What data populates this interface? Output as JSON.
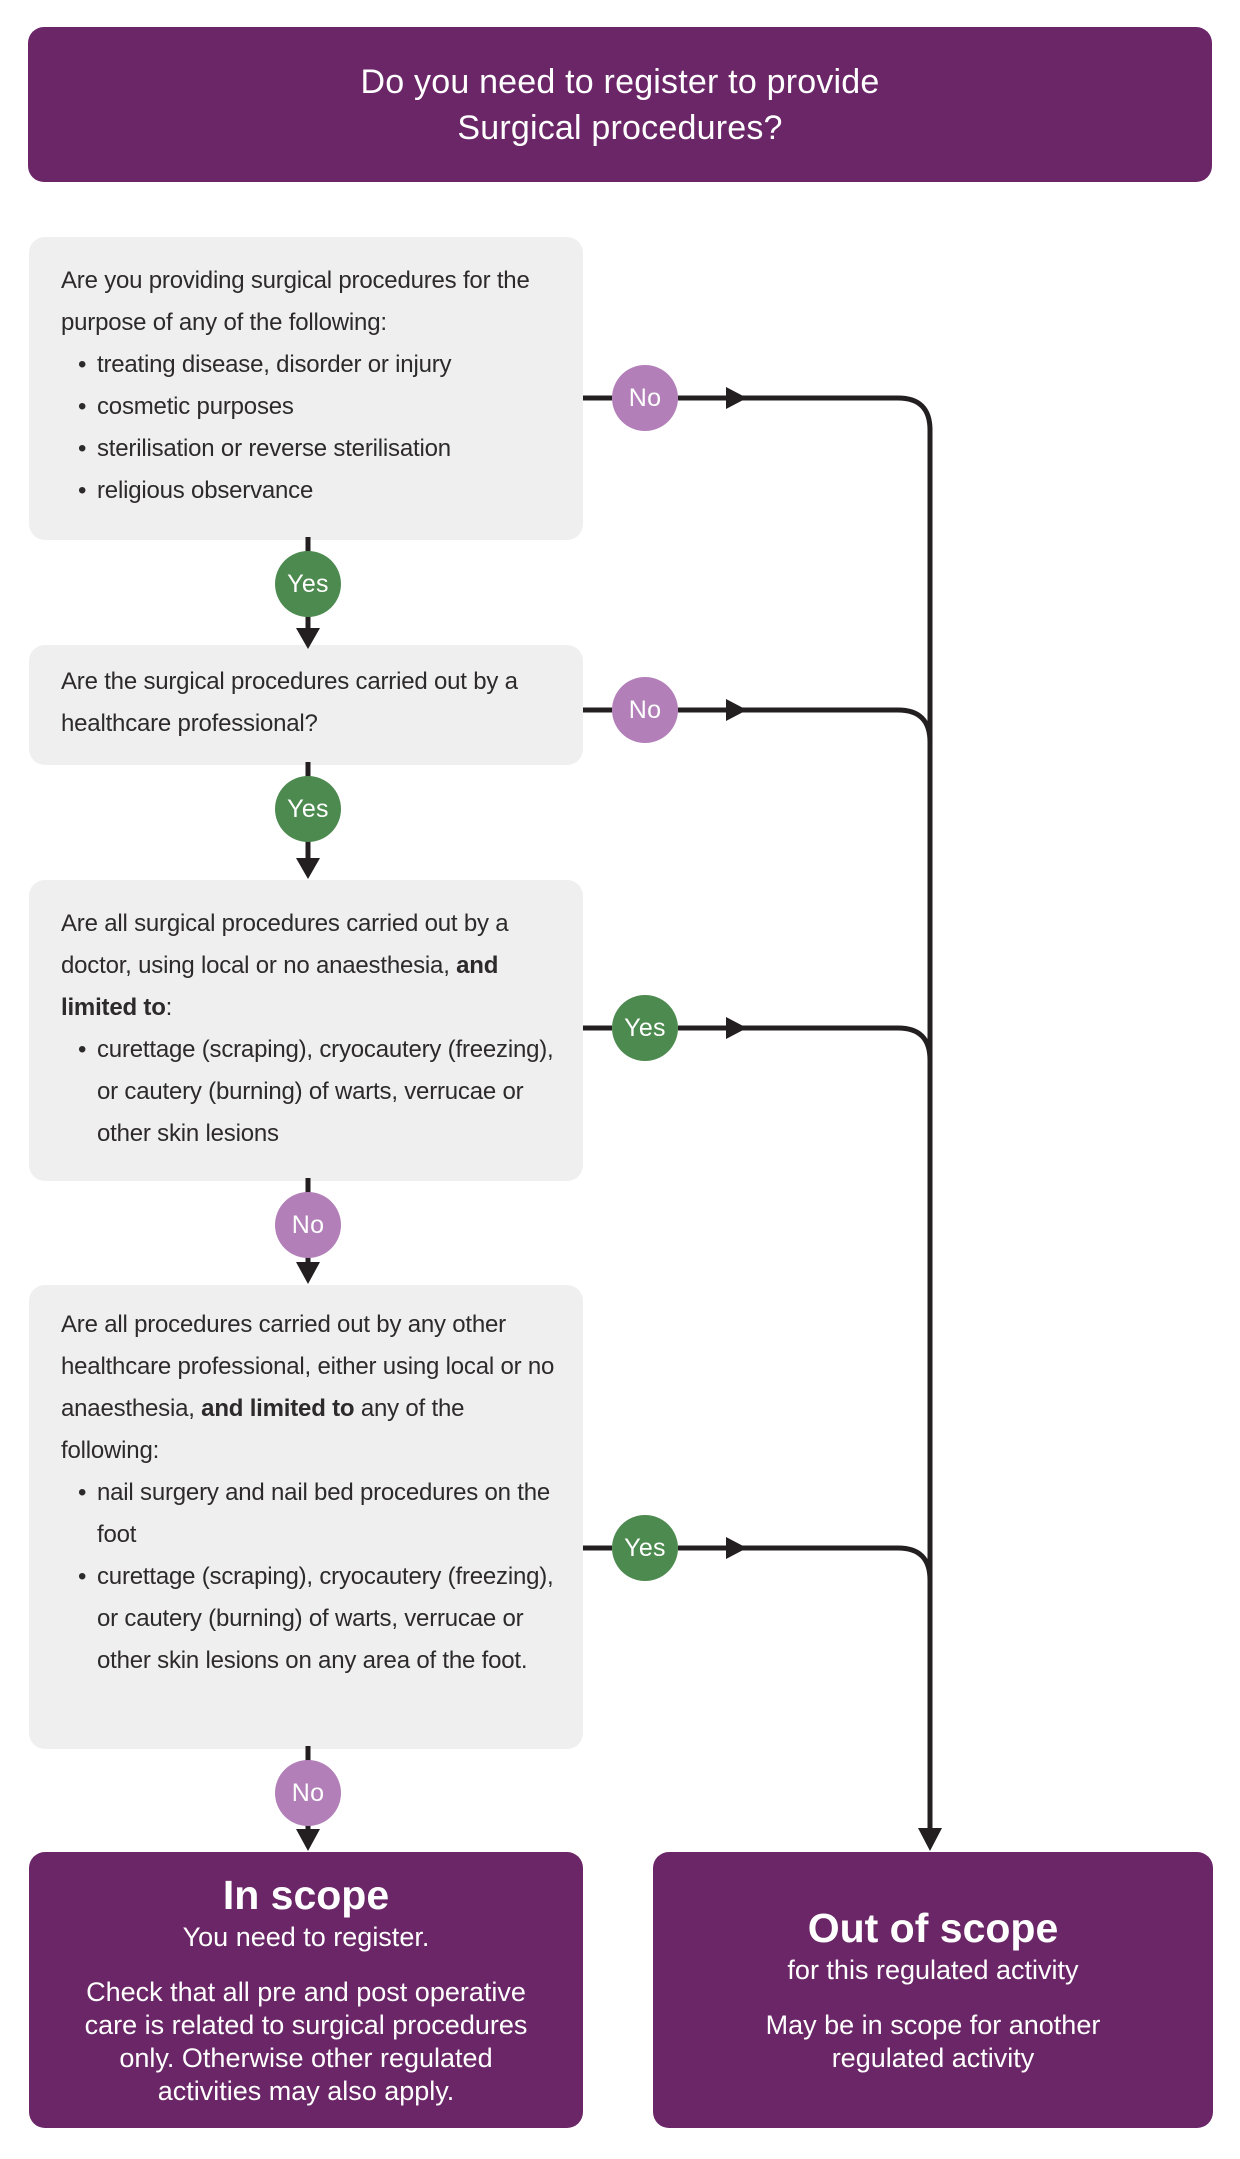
{
  "header": {
    "title_line1": "Do you need to register to provide",
    "title_line2": "Surgical procedures?"
  },
  "questions": [
    {
      "intro_pre": "Are you providing surgical procedures for the purpose of any of the following:",
      "intro_bold": "",
      "intro_post": "",
      "bullets": [
        "treating disease, disorder or injury",
        "cosmetic purposes",
        "sterilisation or reverse sterilisation",
        "religious observance"
      ],
      "answer_down": "Yes",
      "answer_right": "No"
    },
    {
      "intro_pre": "Are the surgical procedures carried out by a healthcare professional?",
      "intro_bold": "",
      "intro_post": "",
      "bullets": [],
      "answer_down": "Yes",
      "answer_right": "No"
    },
    {
      "intro_pre": "Are all surgical procedures carried out by a doctor, using local or no anaesthesia, ",
      "intro_bold": "and limited to",
      "intro_post": ":",
      "bullets": [
        "curettage (scraping), cryocautery (freezing), or cautery (burning) of warts, verrucae or other skin lesions"
      ],
      "answer_down": "No",
      "answer_right": "Yes"
    },
    {
      "intro_pre": "Are all procedures carried out by any other healthcare professional, either using local or no anaesthesia, ",
      "intro_bold": "and limited to",
      "intro_post": " any of the following:",
      "bullets": [
        "nail surgery and nail bed procedures on the foot",
        "curettage (scraping), cryocautery (freezing), or cautery (burning) of warts, verrucae or other skin lesions on any area of the foot."
      ],
      "answer_down": "No",
      "answer_right": "Yes"
    }
  ],
  "results": {
    "in_scope": {
      "title": "In scope",
      "subtitle": "You need to register.",
      "body": "Check that all pre and post operative care is related to surgical procedures only. Otherwise other regulated activities may also apply."
    },
    "out_of_scope": {
      "title": "Out of scope",
      "subtitle": "for this regulated activity",
      "body": "May be in scope for another regulated activity"
    }
  },
  "colors": {
    "brand_purple": "#6b2667",
    "box_gray": "#efefef",
    "yes_green": "#4d8a4f",
    "no_purple": "#b27fb8",
    "line_dark": "#231f20",
    "text_dark": "#2d2a2b"
  }
}
